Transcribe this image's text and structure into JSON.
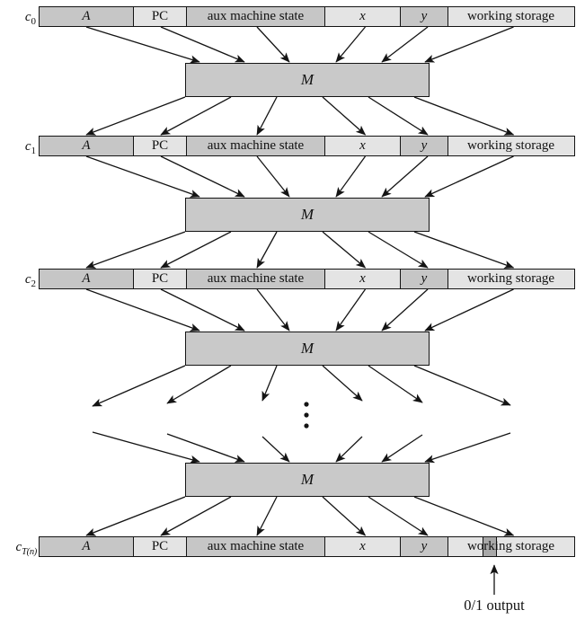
{
  "figure": {
    "rows": [
      {
        "base": "c",
        "sub": "0"
      },
      {
        "base": "c",
        "sub": "1"
      },
      {
        "base": "c",
        "sub": "2"
      },
      {
        "base": "c",
        "sub": "T(n)"
      }
    ],
    "segments": [
      {
        "label": "A"
      },
      {
        "label": "PC"
      },
      {
        "label": "aux machine state"
      },
      {
        "label": "x"
      },
      {
        "label": "y"
      },
      {
        "label": "working storage"
      }
    ],
    "machine_label": "M",
    "output_label": "0/1 output",
    "colors": {
      "segment_dark": "#c6c6c6",
      "segment_light": "#e4e4e4",
      "machine_box": "#c9c9c9",
      "output_cell": "#a8a8a8",
      "line": "#141414"
    }
  }
}
